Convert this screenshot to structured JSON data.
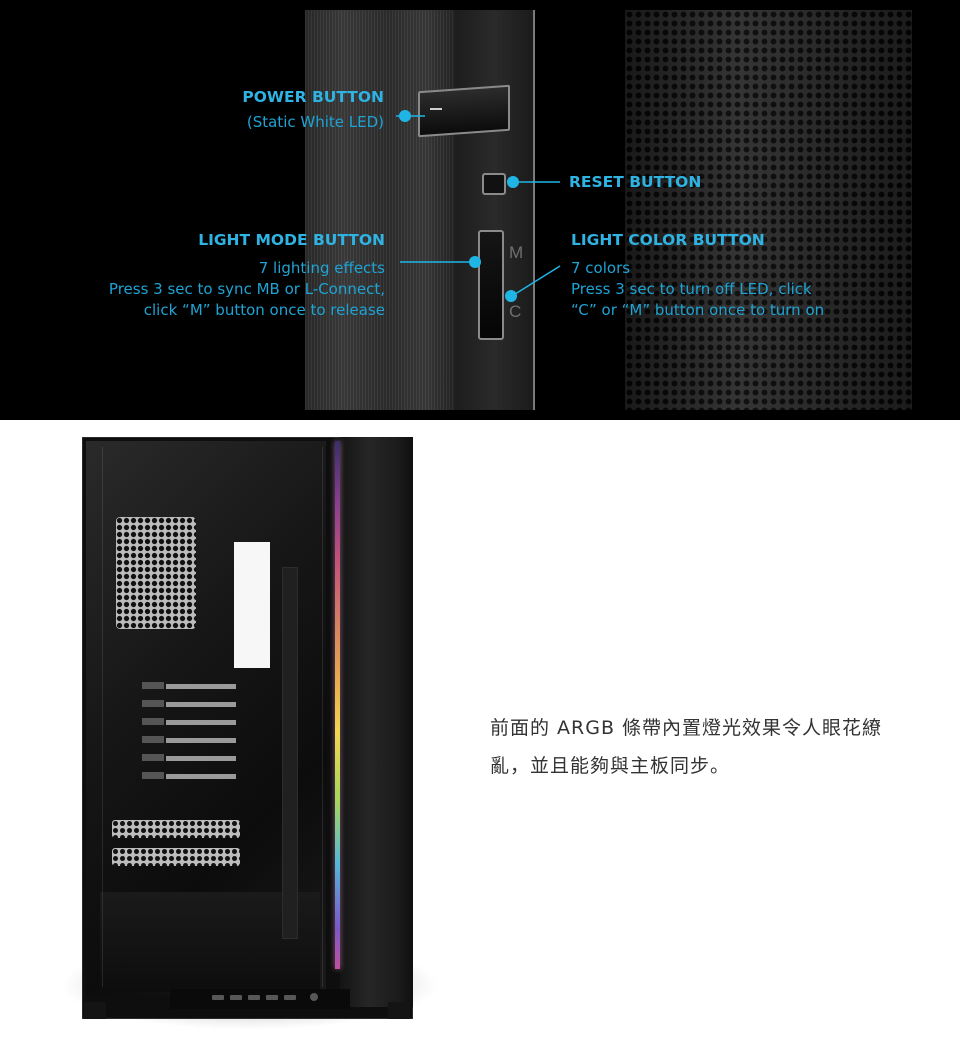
{
  "banner": {
    "power_button": {
      "title": "POWER BUTTON",
      "subtitle": "(Static White LED)"
    },
    "reset_button": {
      "title": "RESET BUTTON"
    },
    "light_mode_button": {
      "title": "LIGHT MODE BUTTON",
      "line1": "7 lighting effects",
      "line2": "Press 3 sec to sync MB or L-Connect,",
      "line3": "click “M” button once to release"
    },
    "light_color_button": {
      "title": "LIGHT COLOR BUTTON",
      "line1": "7 colors",
      "line2": "Press 3 sec to turn off LED, click",
      "line3": "“C” or “M” button once to turn on"
    },
    "button_letters": {
      "m": "M",
      "c": "C"
    },
    "accent_color": "#2fb3e3"
  },
  "product": {
    "argb_strip_colors": [
      "#8a3f8f",
      "#e7a94f",
      "#f2d64e",
      "#55b6d8",
      "#7a59c9"
    ]
  },
  "description": {
    "text": "前面的 ARGB 條帶內置燈光效果令人眼花繚亂，並且能夠與主板同步。"
  }
}
